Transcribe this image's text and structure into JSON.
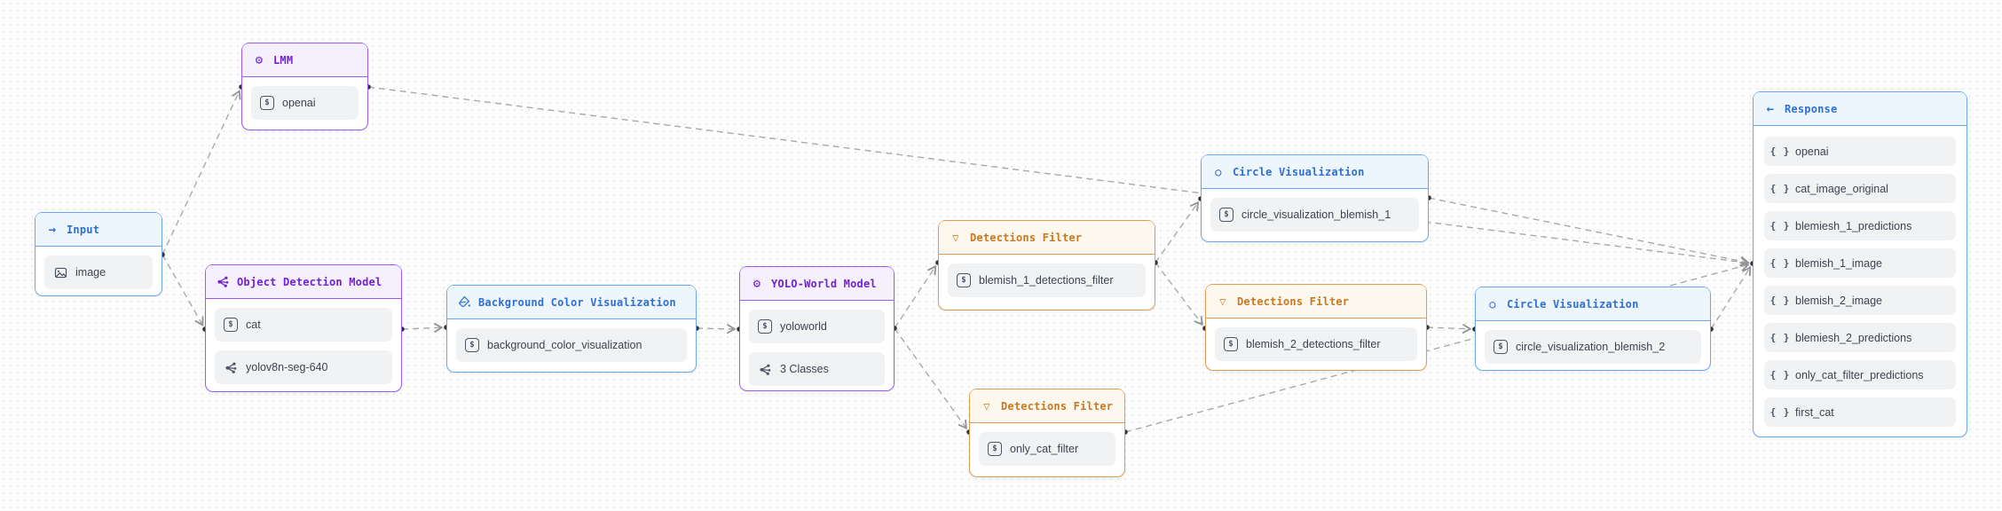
{
  "canvas": {
    "background_color": "#fdfdfd",
    "grid_dot_color": "#e8e8e8",
    "edge_color": "#a9a9a9",
    "port_dot_color": "#33363b",
    "item_bg_color": "#f1f2f4",
    "item_text_color": "#3c4450"
  },
  "theme_colors": {
    "purple": {
      "border": "#9a5cf0",
      "header_bg": "#f6effe",
      "title": "#7222cf"
    },
    "blue": {
      "border": "#6aa6ee",
      "header_bg": "#eef6fd",
      "title": "#2f6fd3"
    },
    "orange": {
      "border": "#de9b52",
      "header_bg": "#fdf8ee",
      "title": "#c9781f"
    }
  },
  "nodes": [
    {
      "id": "input",
      "title": "Input",
      "icon": "arrow-right-icon",
      "theme": "blue",
      "items": [
        {
          "icon": "image-icon",
          "label": "image"
        }
      ]
    },
    {
      "id": "lmm",
      "title": "LMM",
      "icon": "gear-icon",
      "theme": "purple",
      "items": [
        {
          "icon": "dollar-square-icon",
          "label": "openai"
        }
      ]
    },
    {
      "id": "object-detection-model",
      "title": "Object Detection Model",
      "icon": "network-icon",
      "theme": "purple",
      "items": [
        {
          "icon": "dollar-square-icon",
          "label": "cat"
        },
        {
          "icon": "network-icon",
          "label": "yolov8n-seg-640"
        }
      ]
    },
    {
      "id": "background-color-visualization",
      "title": "Background Color Visualization",
      "icon": "paint-bucket-icon",
      "theme": "blue",
      "items": [
        {
          "icon": "dollar-square-icon",
          "label": "background_color_visualization"
        }
      ]
    },
    {
      "id": "yolo-world-model",
      "title": "YOLO-World Model",
      "icon": "gear-icon",
      "theme": "purple",
      "items": [
        {
          "icon": "dollar-square-icon",
          "label": "yoloworld"
        },
        {
          "icon": "network-icon",
          "label": "3 Classes"
        }
      ]
    },
    {
      "id": "detections-filter-1",
      "title": "Detections Filter",
      "icon": "funnel-icon",
      "theme": "orange",
      "items": [
        {
          "icon": "dollar-square-icon",
          "label": "blemish_1_detections_filter"
        }
      ]
    },
    {
      "id": "circle-visualization-1",
      "title": "Circle Visualization",
      "icon": "circle-icon",
      "theme": "blue",
      "items": [
        {
          "icon": "dollar-square-icon",
          "label": "circle_visualization_blemish_1"
        }
      ]
    },
    {
      "id": "detections-filter-2",
      "title": "Detections Filter",
      "icon": "funnel-icon",
      "theme": "orange",
      "items": [
        {
          "icon": "dollar-square-icon",
          "label": "blemish_2_detections_filter"
        }
      ]
    },
    {
      "id": "circle-visualization-2",
      "title": "Circle Visualization",
      "icon": "circle-icon",
      "theme": "blue",
      "items": [
        {
          "icon": "dollar-square-icon",
          "label": "circle_visualization_blemish_2"
        }
      ]
    },
    {
      "id": "detections-filter-3",
      "title": "Detections Filter",
      "icon": "funnel-icon",
      "theme": "orange",
      "items": [
        {
          "icon": "dollar-square-icon",
          "label": "only_cat_filter"
        }
      ]
    },
    {
      "id": "response",
      "title": "Response",
      "icon": "arrow-left-icon",
      "theme": "blue",
      "items": [
        {
          "icon": "braces-icon",
          "label": "openai"
        },
        {
          "icon": "braces-icon",
          "label": "cat_image_original"
        },
        {
          "icon": "braces-icon",
          "label": "blemiesh_1_predictions"
        },
        {
          "icon": "braces-icon",
          "label": "blemish_1_image"
        },
        {
          "icon": "braces-icon",
          "label": "blemish_2_image"
        },
        {
          "icon": "braces-icon",
          "label": "blemiesh_2_predictions"
        },
        {
          "icon": "braces-icon",
          "label": "only_cat_filter_predictions"
        },
        {
          "icon": "braces-icon",
          "label": "first_cat"
        }
      ]
    }
  ],
  "edges": [
    {
      "from": "input",
      "to": "lmm"
    },
    {
      "from": "input",
      "to": "object-detection-model"
    },
    {
      "from": "lmm",
      "to": "response"
    },
    {
      "from": "object-detection-model",
      "to": "background-color-visualization"
    },
    {
      "from": "background-color-visualization",
      "to": "yolo-world-model"
    },
    {
      "from": "yolo-world-model",
      "to": "detections-filter-1"
    },
    {
      "from": "yolo-world-model",
      "to": "detections-filter-3"
    },
    {
      "from": "detections-filter-1",
      "to": "circle-visualization-1"
    },
    {
      "from": "detections-filter-1",
      "to": "detections-filter-2"
    },
    {
      "from": "circle-visualization-1",
      "to": "response"
    },
    {
      "from": "detections-filter-2",
      "to": "circle-visualization-2"
    },
    {
      "from": "circle-visualization-2",
      "to": "response"
    },
    {
      "from": "detections-filter-3",
      "to": "response"
    }
  ]
}
